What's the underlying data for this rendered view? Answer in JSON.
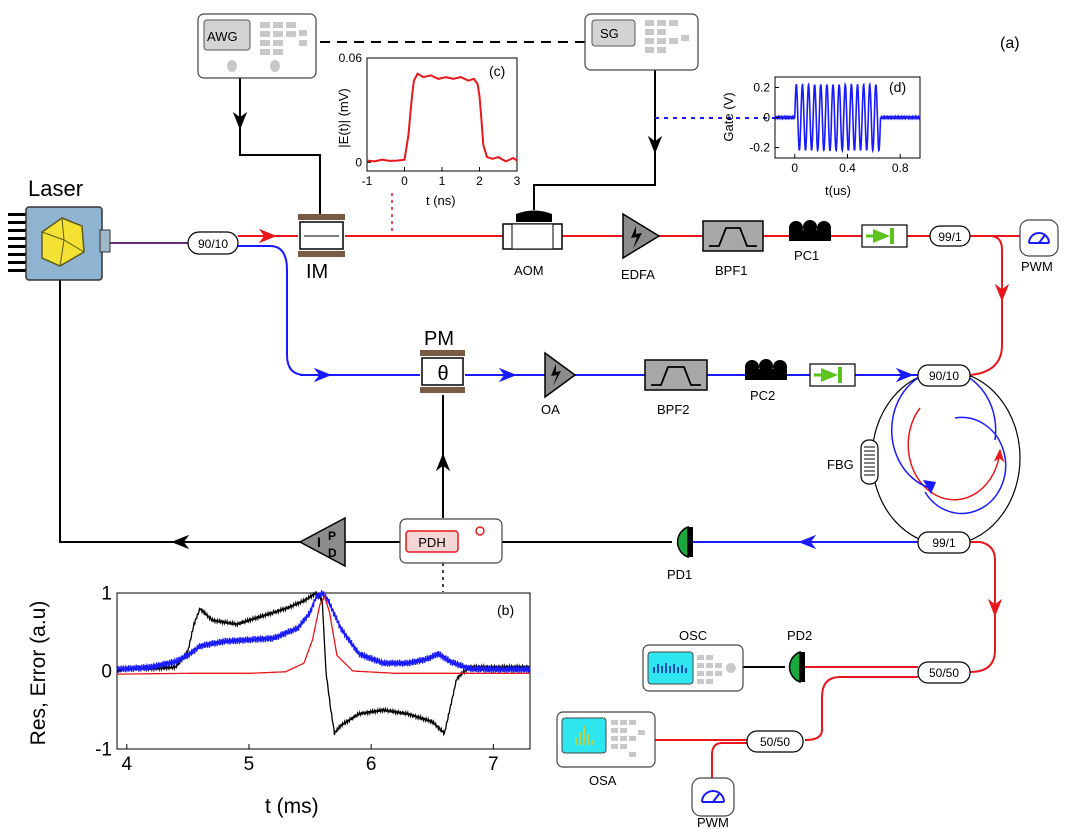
{
  "figure_label": "(a)",
  "equipment": {
    "awg": "AWG",
    "sg": "SG",
    "laser": "Laser",
    "im": "IM",
    "pm": "PM",
    "pm_symbol": "θ",
    "aom": "AOM",
    "edfa": "EDFA",
    "bpf1": "BPF1",
    "pc1": "PC1",
    "pwm_top": "PWM",
    "oa": "OA",
    "bpf2": "BPF2",
    "pc2": "PC2",
    "fbg": "FBG",
    "pdh": "PDH",
    "pid": "PID",
    "pd1": "PD1",
    "pd2": "PD2",
    "osc": "OSC",
    "osa": "OSA",
    "pwm_bottom": "PWM"
  },
  "couplers": {
    "c_90_10_a": "90/10",
    "c_99_1_a": "99/1",
    "c_90_10_b": "90/10",
    "c_99_1_b": "99/1",
    "c_50_50_a": "50/50",
    "c_50_50_b": "50/50"
  },
  "colors": {
    "red_path": "#e8171b",
    "blue_path": "#1a1aff",
    "black_path": "#000000",
    "device_gray": "#8c8c8c",
    "modulator_brown": "#7b5a45",
    "green_detector": "#19a83c",
    "isolator_green": "#5cc21e",
    "laser_body": "#8fb4d2",
    "laser_crystal": "#f3e233",
    "screen_cyan": "#2ee6f0"
  },
  "chart_data": [
    {
      "id": "c",
      "type": "line",
      "panel_label": "(c)",
      "xlabel": "t (ns)",
      "ylabel": "|E(t)| (mV)",
      "xlim": [
        -1,
        3
      ],
      "ylim": [
        -0.005,
        0.06
      ],
      "xticks": [
        "-1",
        "0",
        "1",
        "2",
        "3"
      ],
      "yticks": [
        "0",
        "0.06"
      ],
      "series": [
        {
          "color": "#e8171b",
          "x": [
            -1.0,
            -0.8,
            -0.6,
            -0.4,
            -0.2,
            0.0,
            0.1,
            0.2,
            0.25,
            0.35,
            0.5,
            0.7,
            0.9,
            1.1,
            1.3,
            1.5,
            1.7,
            1.85,
            1.95,
            2.0,
            2.05,
            2.1,
            2.2,
            2.35,
            2.5,
            2.7,
            2.9,
            3.0
          ],
          "y": [
            0.001,
            0.0005,
            0.0015,
            0.0008,
            0.001,
            0.0015,
            0.015,
            0.038,
            0.047,
            0.051,
            0.049,
            0.05,
            0.048,
            0.049,
            0.048,
            0.049,
            0.047,
            0.048,
            0.045,
            0.038,
            0.025,
            0.01,
            0.003,
            0.002,
            0.003,
            0.0005,
            0.0025,
            0.001
          ]
        }
      ]
    },
    {
      "id": "d",
      "type": "line",
      "panel_label": "(d)",
      "xlabel": "t(us)",
      "ylabel": "Gate (V)",
      "xlim": [
        -0.15,
        0.95
      ],
      "ylim": [
        -0.27,
        0.27
      ],
      "xticks": [
        "0",
        "0.4",
        "0.8"
      ],
      "yticks": [
        "0.2",
        "0",
        "-0.2"
      ],
      "burst": {
        "start_us": 0.0,
        "end_us": 0.65,
        "cycles": 14,
        "amplitude_v": 0.22
      },
      "series": [
        {
          "color": "#1a1aff"
        }
      ]
    },
    {
      "id": "b",
      "type": "line",
      "panel_label": "(b)",
      "xlabel": "t  (ms)",
      "ylabel": "Res, Error (a.u)",
      "xlim": [
        3.92,
        7.3
      ],
      "ylim": [
        -1,
        1
      ],
      "xticks": [
        "4",
        "5",
        "6",
        "7"
      ],
      "yticks": [
        "1",
        "0",
        "-1"
      ],
      "series": [
        {
          "color": "#000000",
          "x": [
            3.92,
            4.2,
            4.4,
            4.5,
            4.55,
            4.6,
            4.7,
            4.9,
            5.1,
            5.3,
            5.45,
            5.55,
            5.6,
            5.63,
            5.67,
            5.7,
            5.75,
            5.9,
            6.1,
            6.3,
            6.5,
            6.6,
            6.7,
            6.8,
            7.0,
            7.3
          ],
          "y": [
            0.03,
            0.03,
            0.05,
            0.25,
            0.6,
            0.8,
            0.65,
            0.6,
            0.7,
            0.8,
            0.9,
            1.0,
            0.9,
            0.0,
            -0.5,
            -0.8,
            -0.7,
            -0.55,
            -0.5,
            -0.55,
            -0.65,
            -0.8,
            -0.1,
            0.05,
            0.05,
            0.05
          ]
        },
        {
          "color": "#1a1aff",
          "x": [
            3.92,
            4.2,
            4.4,
            4.5,
            4.6,
            4.8,
            5.0,
            5.2,
            5.4,
            5.5,
            5.55,
            5.6,
            5.65,
            5.75,
            5.9,
            6.1,
            6.3,
            6.45,
            6.55,
            6.65,
            6.8,
            7.0,
            7.3
          ],
          "y": [
            0.02,
            0.05,
            0.12,
            0.2,
            0.32,
            0.38,
            0.4,
            0.42,
            0.55,
            0.75,
            0.95,
            1.0,
            0.9,
            0.55,
            0.22,
            0.1,
            0.1,
            0.15,
            0.22,
            0.12,
            0.03,
            0.02,
            0.02
          ]
        },
        {
          "color": "#e8171b",
          "x": [
            3.92,
            4.5,
            5.0,
            5.3,
            5.45,
            5.52,
            5.58,
            5.62,
            5.66,
            5.72,
            5.85,
            6.2,
            7.3
          ],
          "y": [
            -0.04,
            -0.03,
            -0.03,
            -0.01,
            0.1,
            0.4,
            0.85,
            0.95,
            0.75,
            0.2,
            0.0,
            -0.03,
            -0.03
          ]
        }
      ]
    }
  ]
}
